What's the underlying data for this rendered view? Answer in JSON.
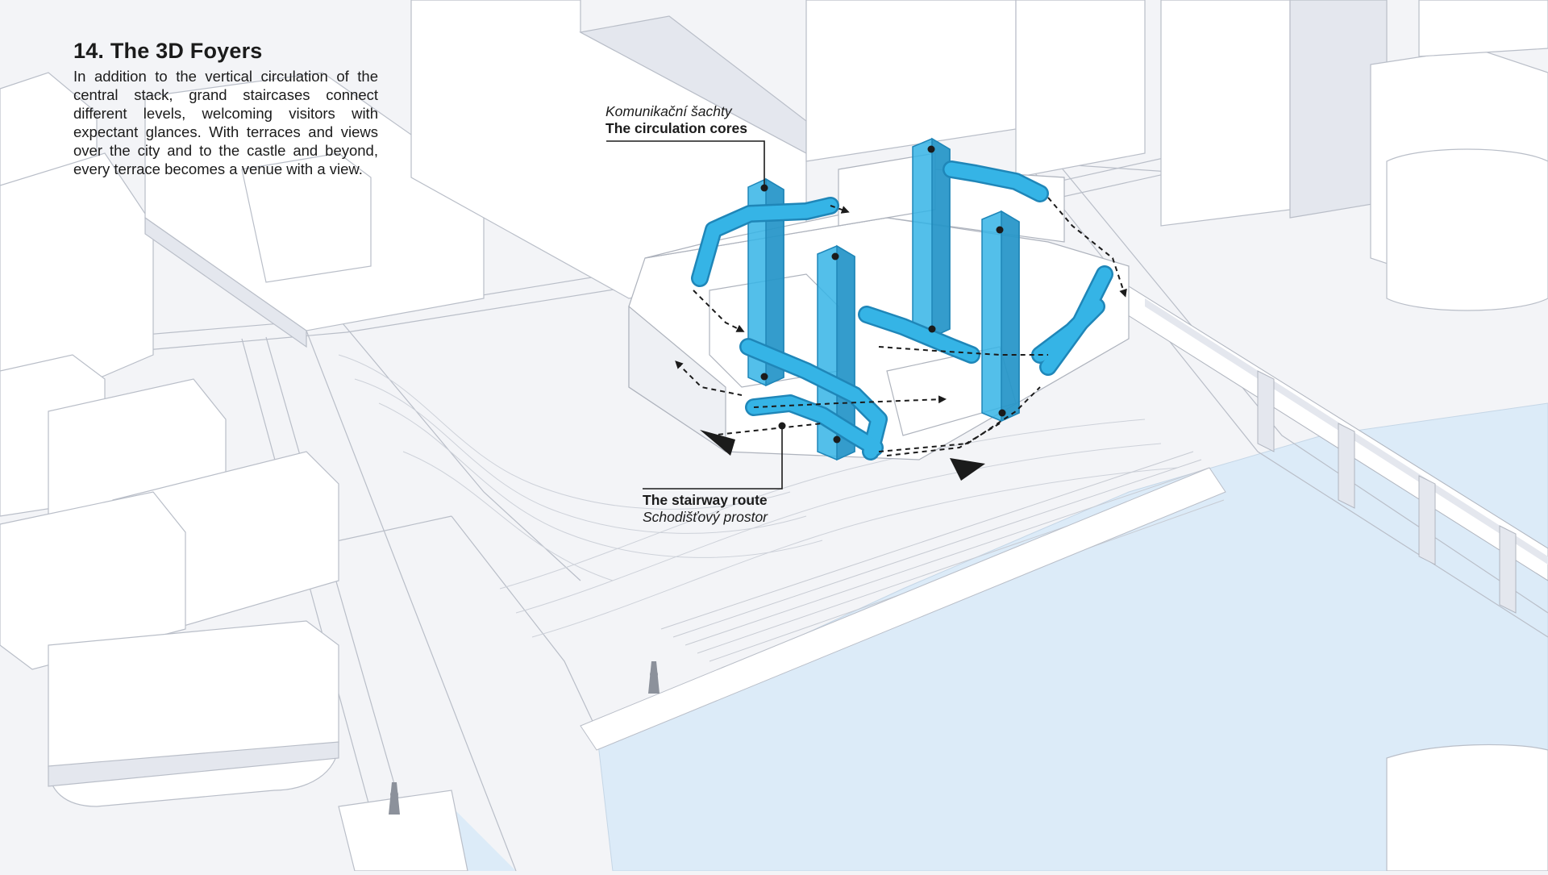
{
  "caption": {
    "title": "14. The 3D Foyers",
    "body": "In addition to the vertical circulation of the central stack, grand staircases connect different levels, welcoming visitors with expectant glances. With terraces and views over the city and to the castle and beyond, every terrace becomes a venue with a view."
  },
  "labels": {
    "cores": {
      "cz": "Komunikační šachty",
      "en": "The circulation cores"
    },
    "stairs": {
      "en": "The stairway route",
      "cz": "Schodišťový prostor"
    }
  },
  "colors": {
    "background": "#f3f4f7",
    "building": "#ffffff",
    "building_shade": "#e4e7ee",
    "line": "#b9bec8",
    "water": "#dcebf8",
    "accent_blue": "#35b4e6",
    "accent_blue_dark": "#1f86b8",
    "route": "#1b1b1b"
  },
  "icons": [
    "core-node-dot",
    "route-arrowhead",
    "statue-icon"
  ]
}
